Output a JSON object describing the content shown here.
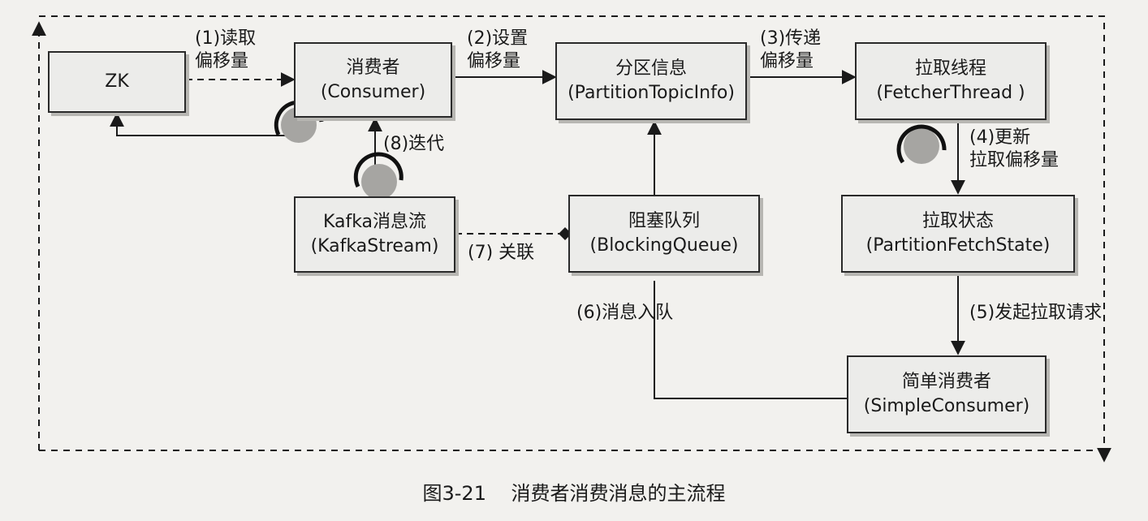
{
  "nodes": {
    "zk": {
      "lines": [
        "ZK"
      ]
    },
    "consumer": {
      "lines": [
        "消费者",
        "(Consumer)"
      ]
    },
    "partition_info": {
      "lines": [
        "分区信息",
        "(PartitionTopicInfo)"
      ]
    },
    "fetcher_thread": {
      "lines": [
        "拉取线程",
        "(FetcherThread )"
      ]
    },
    "kafka_stream": {
      "lines": [
        "Kafka消息流",
        "(KafkaStream)"
      ]
    },
    "blocking_queue": {
      "lines": [
        "阻塞队列",
        "(BlockingQueue)"
      ]
    },
    "fetch_state": {
      "lines": [
        "拉取状态",
        "(PartitionFetchState)"
      ]
    },
    "simple_consumer": {
      "lines": [
        "简单消费者",
        "(SimpleConsumer)"
      ]
    }
  },
  "edges": {
    "read_offset": {
      "lines": [
        "(1)读取",
        "偏移量"
      ]
    },
    "set_offset": {
      "lines": [
        "(2)设置",
        "偏移量"
      ]
    },
    "pass_offset": {
      "lines": [
        "(3)传递",
        "偏移量"
      ]
    },
    "update_offset": {
      "lines": [
        "(4)更新",
        "拉取偏移量"
      ]
    },
    "fetch_request": {
      "lines": [
        "(5)发起拉取请求"
      ]
    },
    "enqueue": {
      "lines": [
        "(6)消息入队"
      ]
    },
    "associate": {
      "lines": [
        "(7) 关联"
      ]
    },
    "iterate": {
      "lines": [
        "(8)迭代"
      ]
    }
  },
  "caption": "图3-21    消费者消费消息的主流程"
}
